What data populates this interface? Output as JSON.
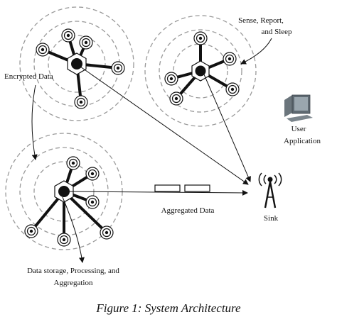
{
  "labels": {
    "encrypted_data": "Encrypted Data",
    "sense_line1": "Sense, Report,",
    "sense_line2": "and Sleep",
    "user_line1": "User",
    "user_line2": "Application",
    "aggregated_data": "Aggregated Data",
    "sink": "Sink",
    "storage_line1": "Data storage, Processing, and",
    "storage_line2": "Aggregation"
  },
  "caption": "Figure 1: System Architecture",
  "colors": {
    "line": "#111111",
    "dash": "#9a9a9a",
    "monitor": "#5f6a72"
  }
}
